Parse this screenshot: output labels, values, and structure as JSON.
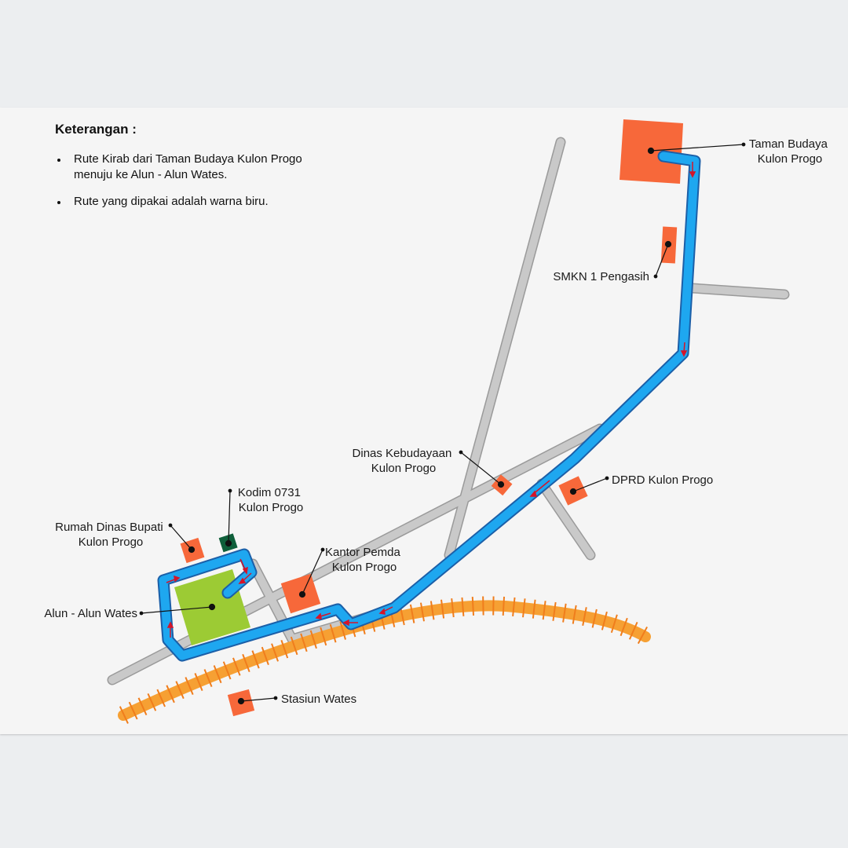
{
  "legend": {
    "title": "Keterangan :",
    "items": [
      "Rute Kirab dari Taman Budaya Kulon Progo menuju ke Alun - Alun Wates.",
      "Rute yang dipakai adalah warna biru."
    ]
  },
  "labels": {
    "taman_budaya": [
      "Taman Budaya",
      "Kulon Progo"
    ],
    "smkn": [
      "SMKN 1 Pengasih"
    ],
    "dinas_kebudayaan": [
      "Dinas Kebudayaan",
      "Kulon Progo"
    ],
    "dprd": [
      "DPRD Kulon Progo"
    ],
    "kodim": [
      "Kodim 0731",
      "Kulon Progo"
    ],
    "rumah_dinas": [
      "Rumah Dinas Bupati",
      "Kulon Progo"
    ],
    "kantor_pemda": [
      "Kantor Pemda",
      "Kulon Progo"
    ],
    "alun_alun": [
      "Alun - Alun Wates"
    ],
    "stasiun": [
      "Stasiun Wates"
    ]
  },
  "colors": {
    "route": "#1ea7f0",
    "route_outline": "#1b5fa8",
    "road": "#c9c9c9",
    "road_outline": "#9a9a9a",
    "railway": "#f6a033",
    "building": "#f7683a",
    "park": "#9ccb34",
    "military": "#0f5f3a",
    "arrow": "#d4152a"
  }
}
